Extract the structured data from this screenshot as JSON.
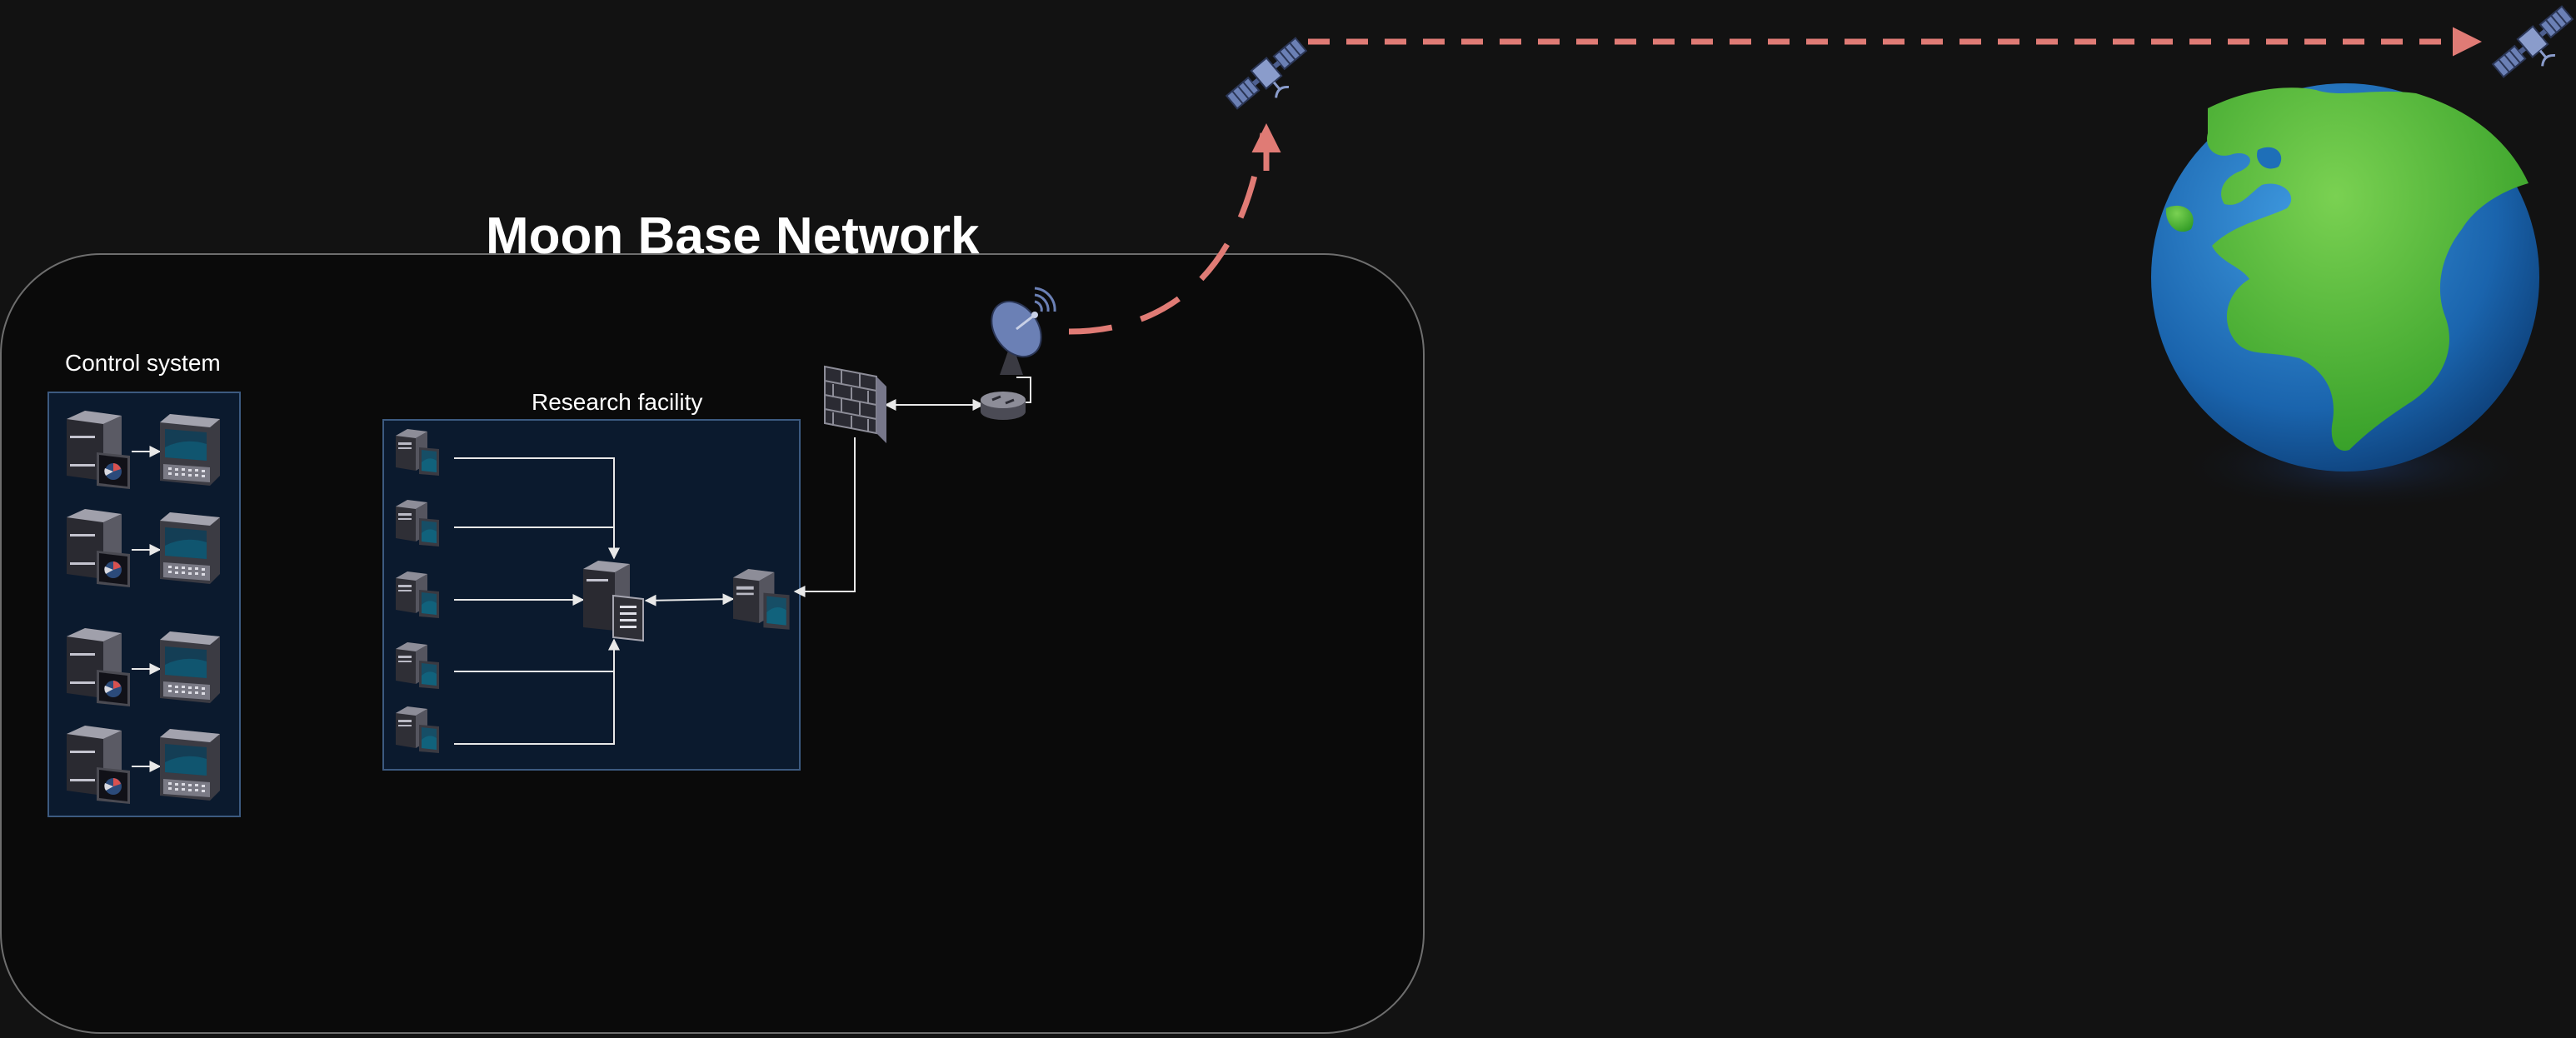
{
  "diagram": {
    "title": "Moon Base Network",
    "groups": {
      "control_system": "Control system",
      "research_facility": "Research facility"
    },
    "nodes": {
      "control_workstations": 4,
      "control_monitors": 4,
      "research_workstations": 5
    },
    "colors": {
      "background": "#121212",
      "base_panel": "#0a0a0a",
      "group_fill": "#0b1a2e",
      "group_border": "#3c5a80",
      "link": "#e8e8e8",
      "satellite_link": "#e07b75",
      "device_dark": "#2c2c33",
      "device_light": "#9a9aa6",
      "screen": "#164e66",
      "satellite": "#6f84b8",
      "earth_ocean": "#1e6fb8",
      "earth_land": "#3fae2d"
    },
    "icons": [
      "satellite-icon",
      "satellite-dish-icon",
      "router-icon",
      "firewall-icon",
      "server-icon",
      "workstation-icon",
      "monitor-icon",
      "earth-globe"
    ]
  }
}
